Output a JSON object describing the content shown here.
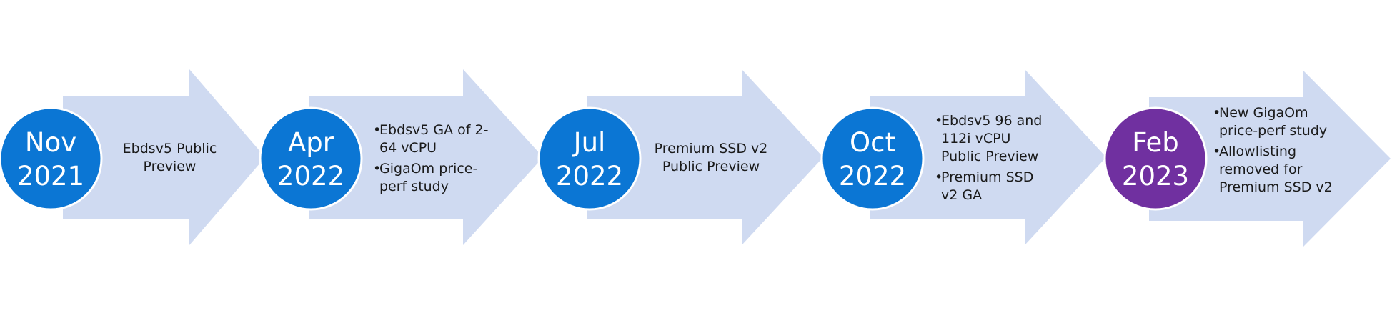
{
  "milestones": [
    {
      "month": "Nov",
      "year": "2021",
      "color": "#0b76d4",
      "description": "Ebdsv5 Public Preview",
      "items": []
    },
    {
      "month": "Apr",
      "year": "2022",
      "color": "#0b76d4",
      "description": "",
      "items": [
        "Ebdsv5 GA of 2-64 vCPU",
        "GigaOm price-perf study"
      ]
    },
    {
      "month": "Jul",
      "year": "2022",
      "color": "#0b76d4",
      "description": "Premium SSD v2 Public Preview",
      "items": []
    },
    {
      "month": "Oct",
      "year": "2022",
      "color": "#0b76d4",
      "description": "",
      "items": [
        "Ebdsv5 96 and 112i vCPU Public Preview",
        "Premium SSD v2 GA"
      ]
    },
    {
      "month": "Feb",
      "year": "2023",
      "color": "#7030a0",
      "description": "",
      "items": [
        "New GigaOm price-perf study",
        "Allowlisting removed for Premium SSD v2"
      ]
    }
  ],
  "colors": {
    "arrow": "#cfdaf1",
    "text": "#1a1a1a",
    "date_text": "#ffffff"
  }
}
